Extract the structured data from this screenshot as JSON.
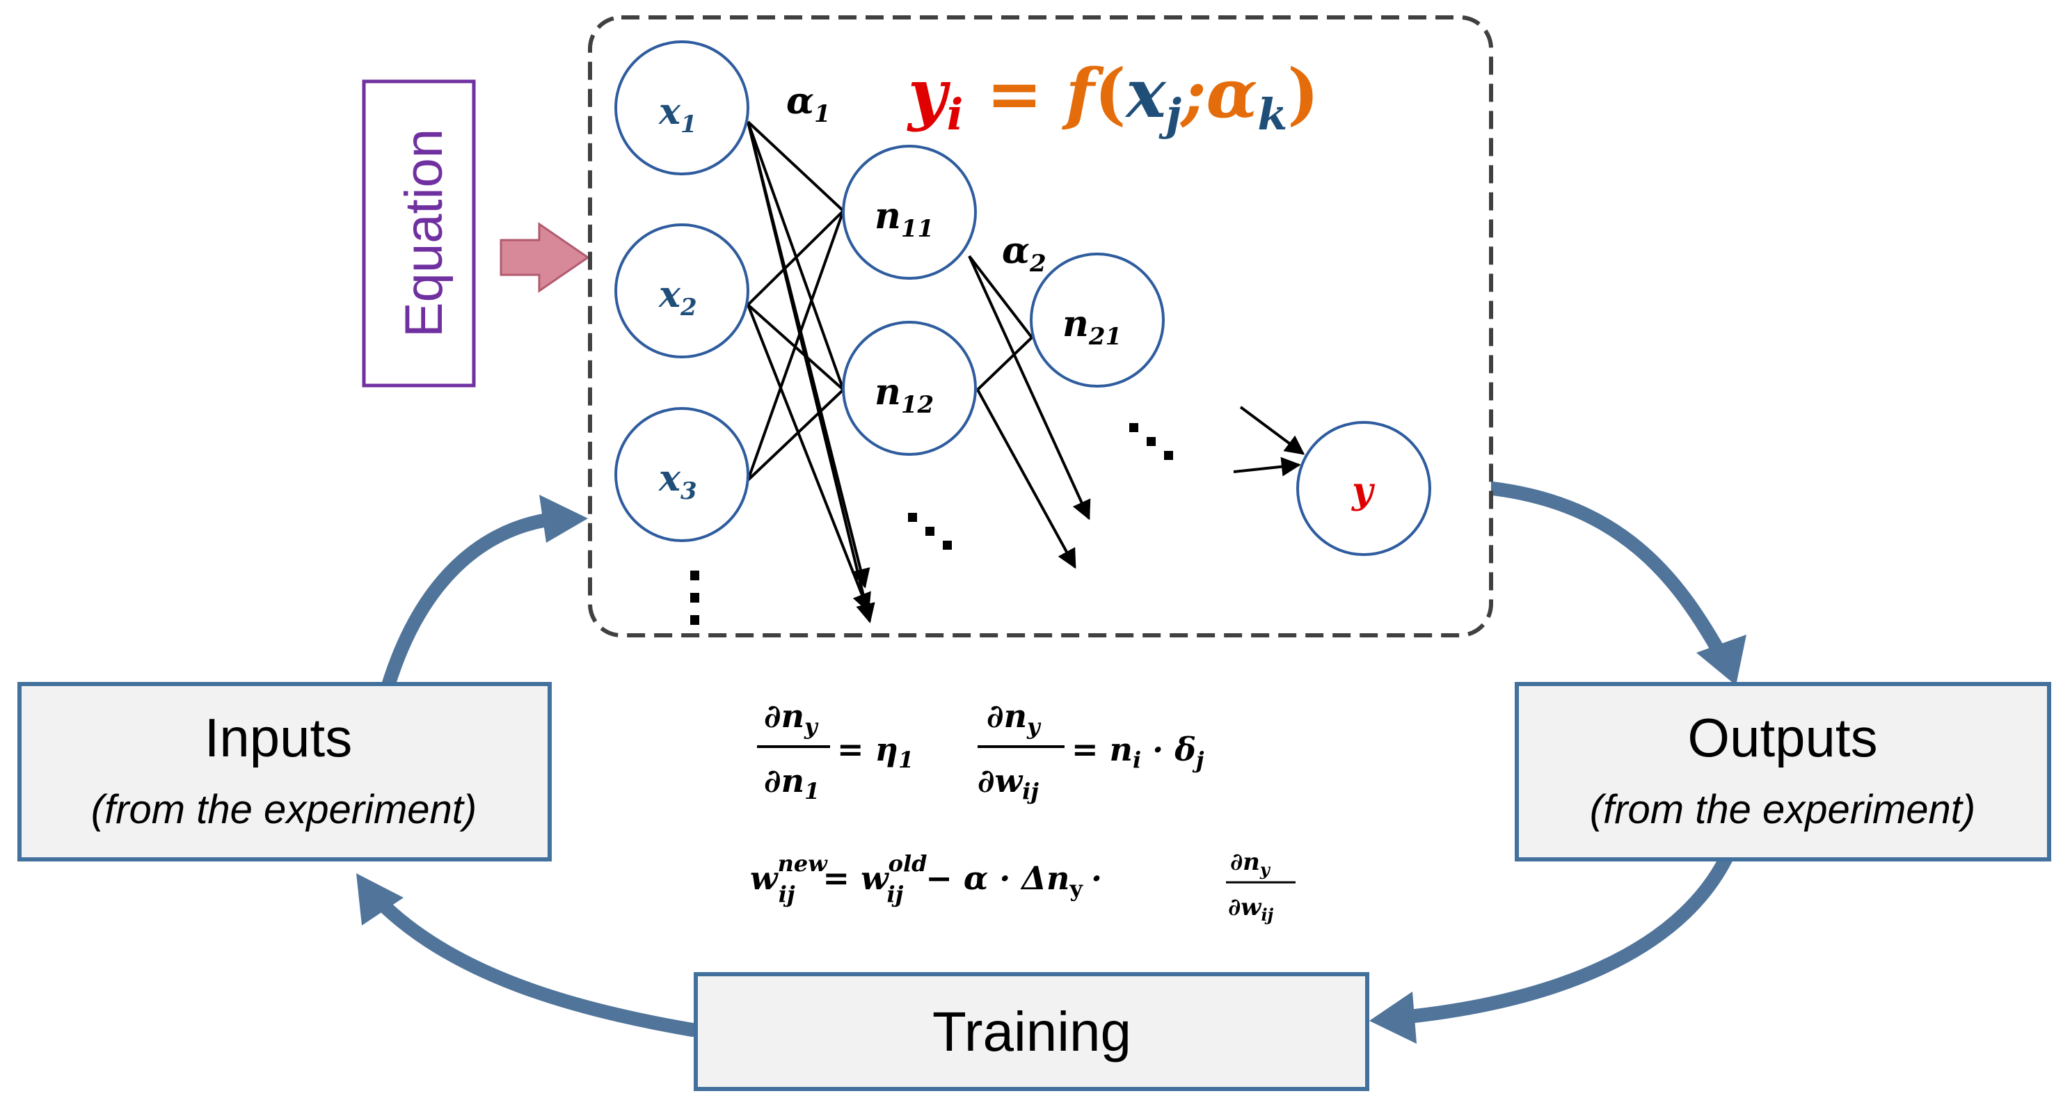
{
  "equation_label": "Equation",
  "main_equation": {
    "y": "y",
    "i": "i",
    "eq": " = ",
    "f": "f",
    "open": "(",
    "x": "x",
    "j": "j",
    "sep": ";",
    "alpha": "α",
    "k": "k",
    "close": ")"
  },
  "network": {
    "inputs": [
      {
        "base": "x",
        "sub": "1"
      },
      {
        "base": "x",
        "sub": "2"
      },
      {
        "base": "x",
        "sub": "3"
      }
    ],
    "layer1": [
      {
        "base": "n",
        "sub": "11"
      },
      {
        "base": "n",
        "sub": "12"
      }
    ],
    "layer2": [
      {
        "base": "n",
        "sub": "21"
      }
    ],
    "output": {
      "base": "y"
    },
    "alpha1": {
      "base": "α",
      "sub": "1"
    },
    "alpha2": {
      "base": "α",
      "sub": "2"
    }
  },
  "boxes": {
    "inputs": {
      "title": "Inputs",
      "subtitle": "(from the experiment)"
    },
    "outputs": {
      "title": "Outputs",
      "subtitle": "(from the experiment)"
    },
    "training": {
      "title": "Training"
    }
  },
  "formulas": {
    "f1": {
      "num_base": "∂n",
      "num_sub": "y",
      "den_base": "∂n",
      "den_sub": "1",
      "rhs_base": "= η",
      "rhs_sub": "1"
    },
    "f2": {
      "num_base": "∂n",
      "num_sub": "y",
      "den_base": "∂w",
      "den_sub": "ij",
      "rhs_n": "= n",
      "rhs_n_sub": "i",
      "rhs_dot": " · δ",
      "rhs_d_sub": "j"
    },
    "f3": {
      "w_left": "w",
      "new_sup": "new",
      "ij1": "ij",
      "eq": "= w",
      "old_sup": "old",
      "ij2": "ij",
      "mid": "− α · Δn",
      "mid_sub": "y",
      "dot": "·",
      "num": "∂n",
      "num_sub": "y",
      "den": "∂w",
      "den_sub": "ij"
    }
  },
  "colors": {
    "node_stroke": "#2e5c9e",
    "input_text": "#1f4e79",
    "output_text": "#e00000",
    "eq_y": "#e00000",
    "eq_f": "#e46c0a",
    "eq_x": "#1f4e79",
    "flow_arrow": "#50749a",
    "box_fill": "#f2f2f2",
    "box_stroke": "#41719c",
    "equation_box": "#7030a0",
    "pink_arrow": "#d7899a"
  }
}
